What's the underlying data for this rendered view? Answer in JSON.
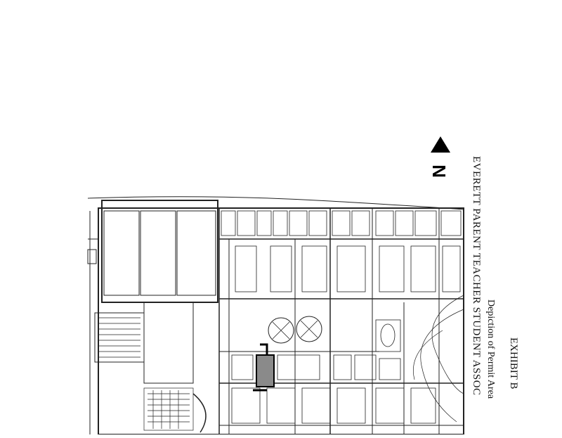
{
  "document": {
    "title": "EXHIBIT B",
    "subtitle": "Depiction of Permit Area",
    "organization": "EVERETT PARENT TEACHER STUDENT ASSOC",
    "north_arrow_label": "N"
  },
  "colors": {
    "linework": "#222222",
    "permit_area_fill": "#8a8a8a",
    "background": "#ffffff"
  }
}
